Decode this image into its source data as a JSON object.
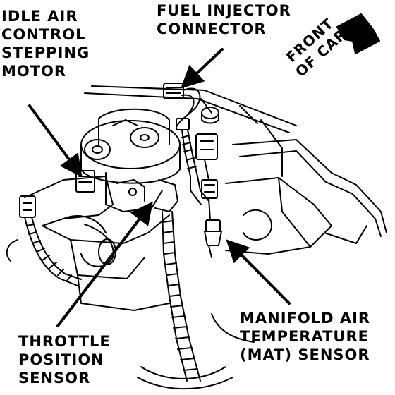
{
  "labels": {
    "idle_air_control": [
      "IDLE AIR",
      "CONTROL",
      "STEPPING",
      "MOTOR"
    ],
    "fuel_injector": [
      "FUEL INJECTOR",
      "CONNECTOR"
    ],
    "throttle_position": [
      "THROTTLE",
      "POSITION",
      "SENSOR"
    ],
    "manifold_air_temp": [
      "MANIFOLD AIR",
      "TEMPERATURE",
      "(MAT) SENSOR"
    ],
    "front_of_car": [
      "FRONT",
      "OF CAR"
    ]
  },
  "colors": {
    "ink": "#000000",
    "paper": "#ffffff"
  }
}
